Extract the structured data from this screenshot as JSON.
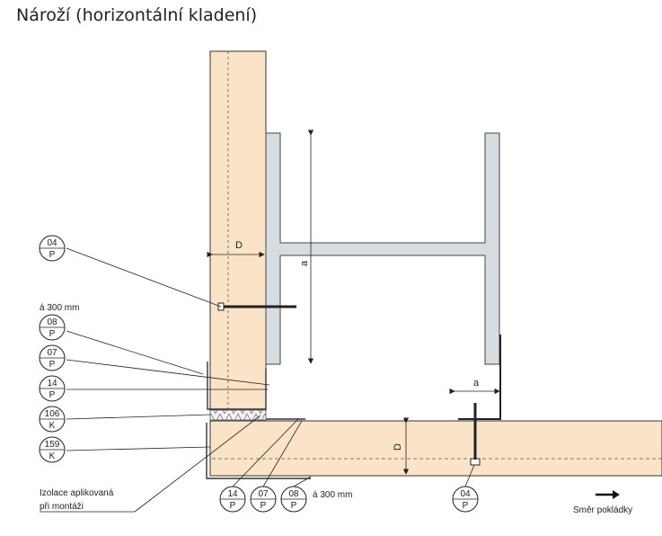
{
  "title": "Nároží (horizontální kladení)",
  "dimensions": {
    "panel_thickness": "D",
    "beam_height": "a",
    "beam_flange_width": "a"
  },
  "spacing_label_left": "á 300 mm",
  "spacing_label_bottom": "á 300 mm",
  "callouts_left": [
    {
      "top": "04",
      "bottom": "P"
    },
    {
      "top": "08",
      "bottom": "P"
    },
    {
      "top": "07",
      "bottom": "P"
    },
    {
      "top": "14",
      "bottom": "P"
    },
    {
      "top": "106",
      "bottom": "K"
    },
    {
      "top": "159",
      "bottom": "K"
    }
  ],
  "callouts_bottom": [
    {
      "top": "14",
      "bottom": "P"
    },
    {
      "top": "07",
      "bottom": "P"
    },
    {
      "top": "08",
      "bottom": "P"
    },
    {
      "top": "04",
      "bottom": "P"
    }
  ],
  "insulation_note": [
    "Izolace aplikovaná",
    "při montáži"
  ],
  "direction_label": "Směr pokládky",
  "colors": {
    "panel": "#fbe3c8",
    "steel": "#d7dce0",
    "line": "#222222"
  }
}
